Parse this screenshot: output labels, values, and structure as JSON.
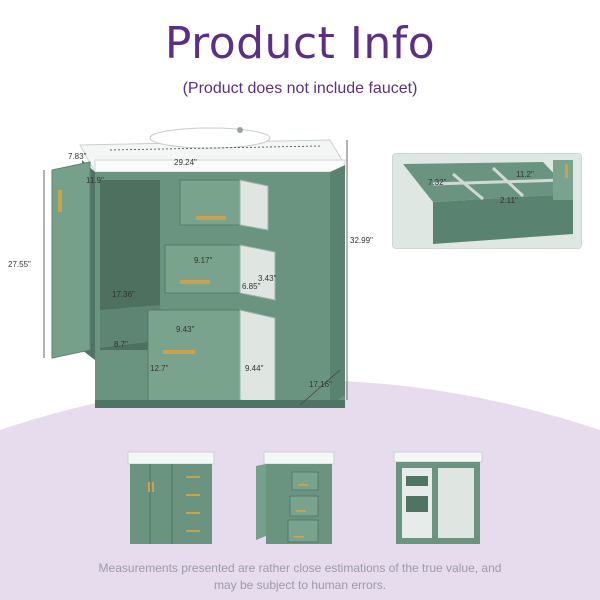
{
  "header": {
    "title": "Product Info",
    "subtitle": "(Product does not include faucet)"
  },
  "colors": {
    "title": "#5b2f83",
    "cabinet_green": "#6b9480",
    "cabinet_dark": "#4f7463",
    "handle_gold": "#c9a24e",
    "background_wave": "#e6dcee",
    "footer_text": "#9c9aa4"
  },
  "dimensions": {
    "sink_depth": "7.83\"",
    "width_top": "29.24\"",
    "height_total": "32.99\"",
    "door_height": "27.55\"",
    "depth": "17.16\"",
    "inner_width": "17.36\"",
    "drawer2_width": "9.17\"",
    "drawer2_depth": "6.85\"",
    "drawer2_height": "3.43\"",
    "drawer3_width": "9.43\"",
    "drawer3_depth": "12.7\"",
    "drawer3_height": "9.44\"",
    "shelf_label": "8.7\"",
    "inner_small": "11.9\"",
    "compartment_a": "7.32\"",
    "compartment_b": "11.2\"",
    "compartment_c": "2.11\""
  },
  "footer": {
    "line1": "Measurements presented are rather close estimations of the true value, and",
    "line2": "may be subject to human errors."
  }
}
